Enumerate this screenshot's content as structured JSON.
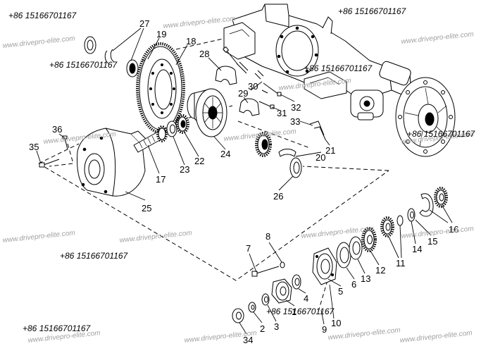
{
  "watermark": {
    "phone": "+86 15166701167",
    "site": "www.drivepro-elite.com"
  },
  "callouts": [
    "27",
    "19",
    "18",
    "28",
    "30",
    "29",
    "31",
    "32",
    "33",
    "36",
    "35",
    "17",
    "23",
    "22",
    "24",
    "20",
    "21",
    "26",
    "25",
    "16",
    "15",
    "14",
    "11",
    "12",
    "13",
    "6",
    "5",
    "4",
    "1",
    "3",
    "2",
    "7",
    "8",
    "9",
    "10",
    "34"
  ],
  "colors": {
    "line": "#000000",
    "watermark": "#a0a0a0",
    "background": "#ffffff"
  }
}
